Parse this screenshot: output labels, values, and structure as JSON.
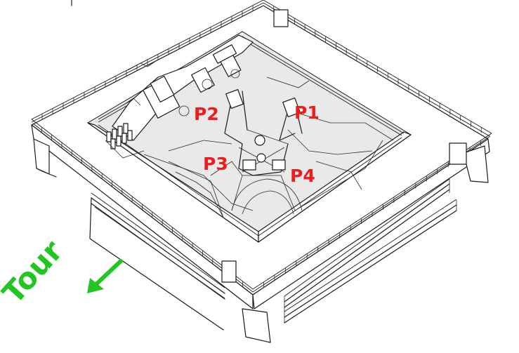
{
  "labels": {
    "p1": "P1",
    "p2": "P2",
    "p3": "P3",
    "p4": "P4"
  },
  "tour": {
    "label": "Tour",
    "arrow_icon": "arrow-down-left-icon"
  },
  "colors": {
    "pier_labels": "#ee1c1c",
    "tour": "#22c521",
    "line_art": "#1a1a1a"
  }
}
